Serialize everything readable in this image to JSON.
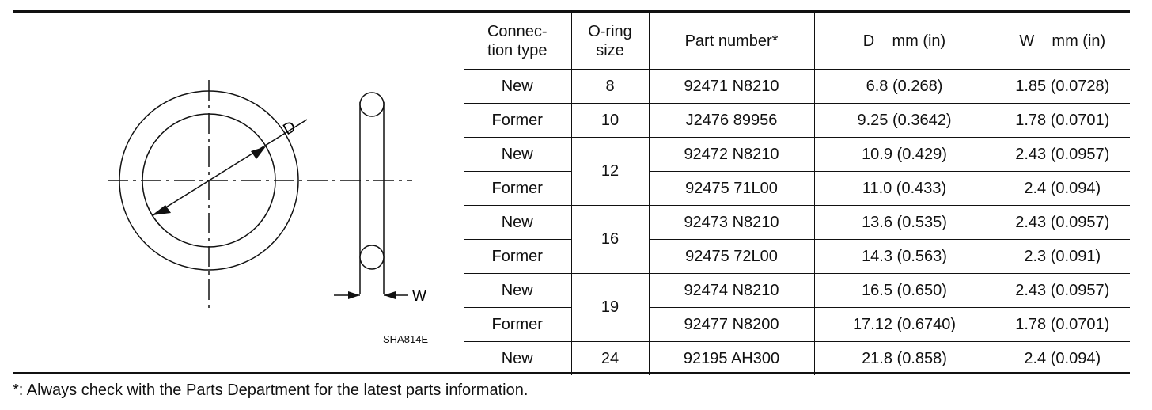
{
  "figure": {
    "dimension_d_label": "D",
    "dimension_w_label": "W",
    "figure_code": "SHA814E"
  },
  "table": {
    "headers": {
      "connection_type": "Connec-\ntion type",
      "oring_size": "O-ring\nsize",
      "part_number": "Part number*",
      "d_mm": "D    mm (in)",
      "w_mm": "W    mm (in)"
    },
    "rows": [
      {
        "connection_type": "New",
        "size": "8",
        "part_number": "92471 N8210",
        "d": "6.8 (0.268)",
        "w": "1.85 (0.0728)"
      },
      {
        "connection_type": "Former",
        "size": "10",
        "part_number": "J2476 89956",
        "d": "9.25 (0.3642)",
        "w": "1.78 (0.0701)"
      },
      {
        "connection_type": "New",
        "size": "12",
        "part_number": "92472 N8210",
        "d": "10.9 (0.429)",
        "w": "2.43 (0.0957)"
      },
      {
        "connection_type": "Former",
        "size": "",
        "part_number": "92475 71L00",
        "d": "11.0 (0.433)",
        "w": "2.4 (0.094)"
      },
      {
        "connection_type": "New",
        "size": "16",
        "part_number": "92473 N8210",
        "d": "13.6 (0.535)",
        "w": "2.43 (0.0957)"
      },
      {
        "connection_type": "Former",
        "size": "",
        "part_number": "92475 72L00",
        "d": "14.3 (0.563)",
        "w": "2.3 (0.091)"
      },
      {
        "connection_type": "New",
        "size": "19",
        "part_number": "92474 N8210",
        "d": "16.5 (0.650)",
        "w": "2.43 (0.0957)"
      },
      {
        "connection_type": "Former",
        "size": "",
        "part_number": "92477 N8200",
        "d": "17.12 (0.6740)",
        "w": "1.78 (0.0701)"
      },
      {
        "connection_type": "New",
        "size": "24",
        "part_number": "92195 AH300",
        "d": "21.8 (0.858)",
        "w": "2.4 (0.094)"
      }
    ]
  },
  "footnote": "*: Always check with the Parts Department for the latest parts information."
}
